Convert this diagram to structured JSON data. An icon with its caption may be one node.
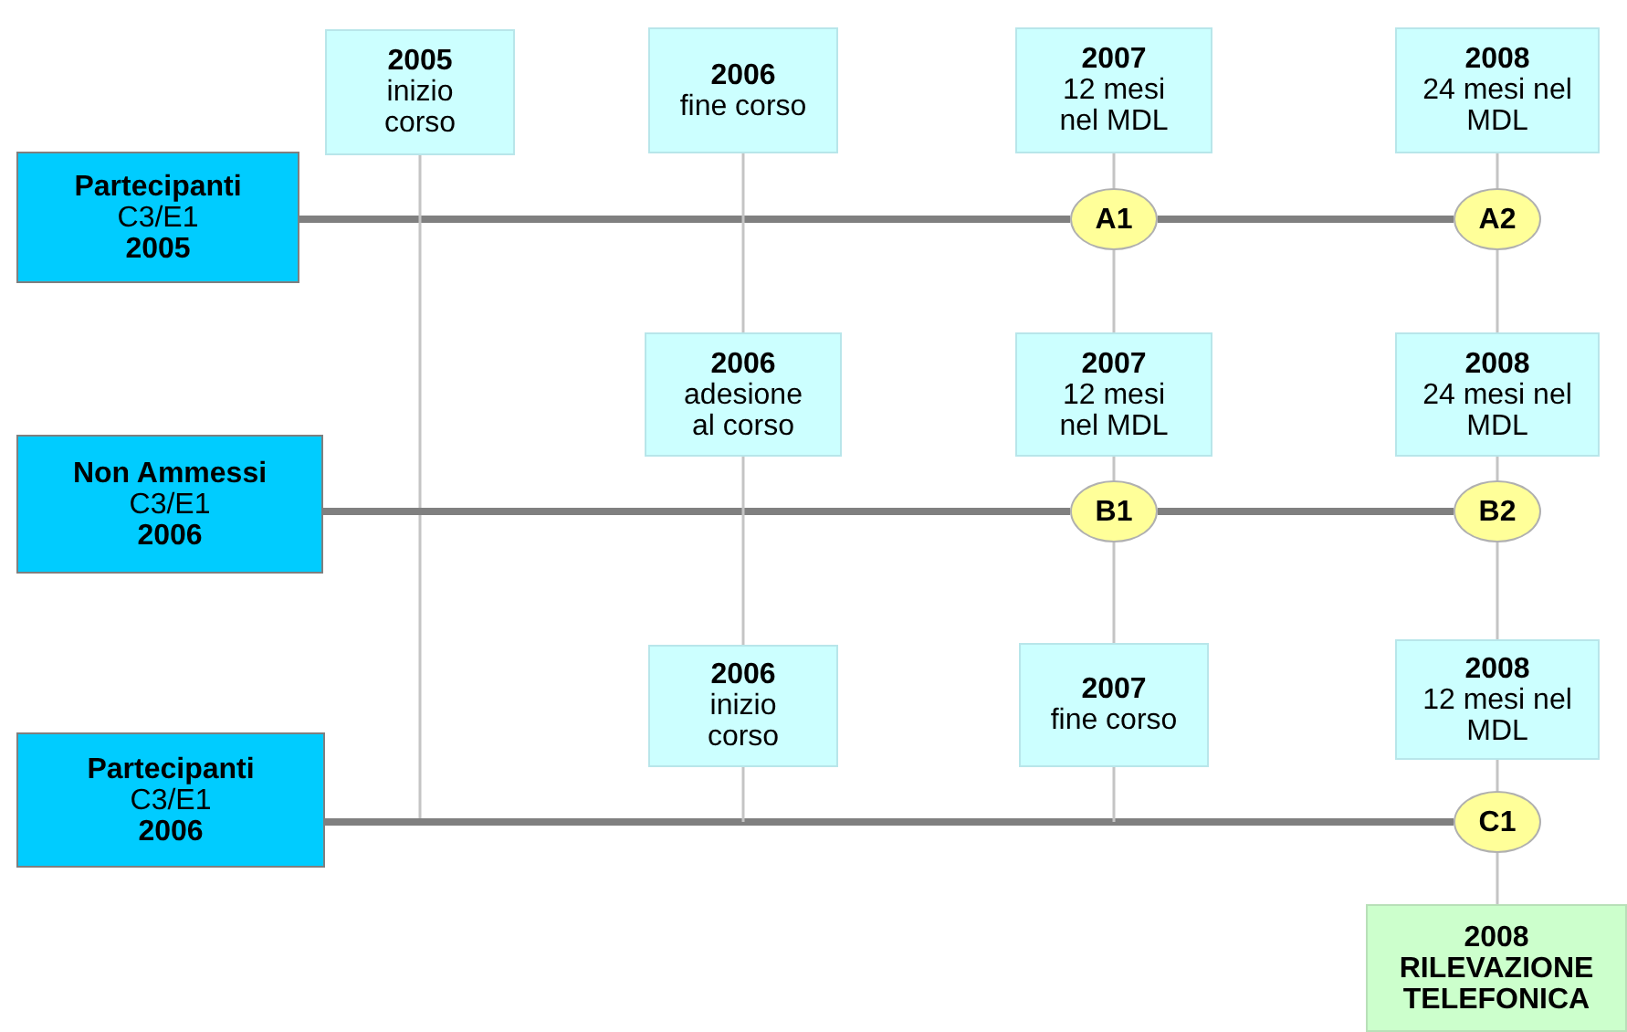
{
  "diagram": {
    "nodes": [
      {
        "text": [
          "Partecipanti",
          "C3/E1",
          "2005"
        ]
      },
      {
        "text": [
          "2005",
          "inizio corso"
        ]
      },
      {
        "text": [
          "2006",
          "fine corso"
        ]
      },
      {
        "text": [
          "2007",
          "12 mesi nel MDL"
        ]
      },
      {
        "text": [
          "2008",
          "24 mesi nel MDL"
        ]
      },
      {
        "text": [
          "A1"
        ]
      },
      {
        "text": [
          "A2"
        ]
      },
      {
        "text": [
          "Non Ammessi",
          "C3/E1",
          "2006"
        ]
      },
      {
        "text": [
          "2006",
          "adesione al corso"
        ]
      },
      {
        "text": [
          "2007",
          "12 mesi nel MDL"
        ]
      },
      {
        "text": [
          "2008",
          "24 mesi nel MDL"
        ]
      },
      {
        "text": [
          "B1"
        ]
      },
      {
        "text": [
          "B2"
        ]
      },
      {
        "text": [
          "Partecipanti",
          "C3/E1",
          "2006"
        ]
      },
      {
        "text": [
          "2006",
          "inizio corso"
        ]
      },
      {
        "text": [
          "2007",
          "fine corso"
        ]
      },
      {
        "text": [
          "2008",
          "12 mesi nel MDL"
        ]
      },
      {
        "text": [
          "C1"
        ]
      },
      {
        "text": [
          "2008",
          "RILEVAZIONE TELEFONICA"
        ]
      }
    ],
    "edges": [
      {
        "from": 0,
        "to": 5,
        "arrow": "none",
        "style": "thick",
        "color": "#808080"
      },
      {
        "from": 5,
        "to": 6,
        "arrow": "none",
        "style": "thick",
        "color": "#808080"
      },
      {
        "from": 1,
        "to": null,
        "arrow": "none"
      },
      {
        "from": 2,
        "to": 8,
        "arrow": "none"
      },
      {
        "from": 3,
        "to": 5,
        "arrow": "none"
      },
      {
        "from": 4,
        "to": 6,
        "arrow": "none"
      },
      {
        "from": 7,
        "to": 11,
        "arrow": "none",
        "style": "thick",
        "color": "#808080"
      },
      {
        "from": 11,
        "to": 12,
        "arrow": "none",
        "style": "thick",
        "color": "#808080"
      },
      {
        "from": 8,
        "to": 14,
        "arrow": "none"
      },
      {
        "from": 5,
        "to": 9,
        "arrow": "none"
      },
      {
        "from": 9,
        "to": 11,
        "arrow": "none"
      },
      {
        "from": 6,
        "to": 10,
        "arrow": "none"
      },
      {
        "from": 10,
        "to": 12,
        "arrow": "none"
      },
      {
        "from": 13,
        "to": 17,
        "arrow": "none",
        "style": "thick",
        "color": "#808080"
      },
      {
        "from": 14,
        "to": null,
        "arrow": "none"
      },
      {
        "from": 11,
        "to": 15,
        "arrow": "none"
      },
      {
        "from": 15,
        "to": null,
        "arrow": "none"
      },
      {
        "from": 12,
        "to": 16,
        "arrow": "none"
      },
      {
        "from": 16,
        "to": 17,
        "arrow": "none"
      },
      {
        "from": 17,
        "to": 18,
        "arrow": "none"
      }
    ]
  }
}
